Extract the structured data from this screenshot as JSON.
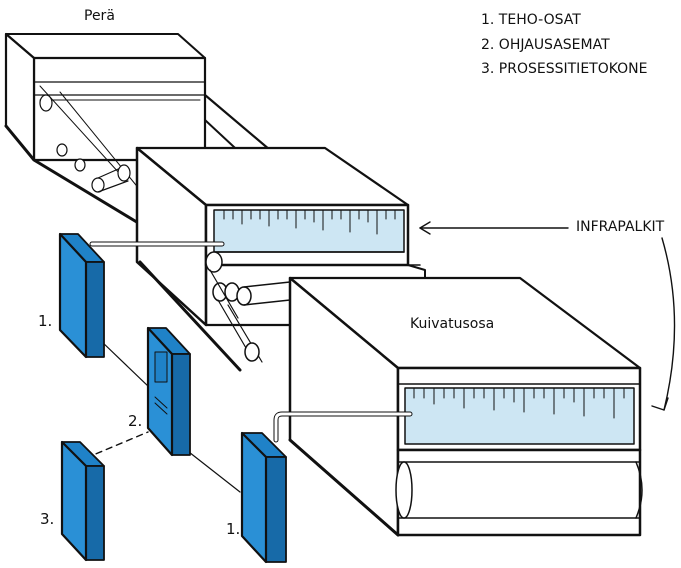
{
  "labels": {
    "pera": "Perä",
    "kuivatusosa": "Kuivatusosa",
    "infrapalkit": "INFRAPALKIT",
    "unit_teho_top": "1.",
    "unit_ohjaus": "2.",
    "unit_prosessi": "3.",
    "unit_teho_bottom": "1."
  },
  "legend": {
    "items": [
      "1. TEHO-OSAT",
      "2. OHJAUSASEMAT",
      "3. PROSESSITIETOKONE"
    ]
  },
  "colors": {
    "unit_blue": "#1f82c8",
    "panel_blue": "#cde6f3",
    "outline": "#111111"
  }
}
